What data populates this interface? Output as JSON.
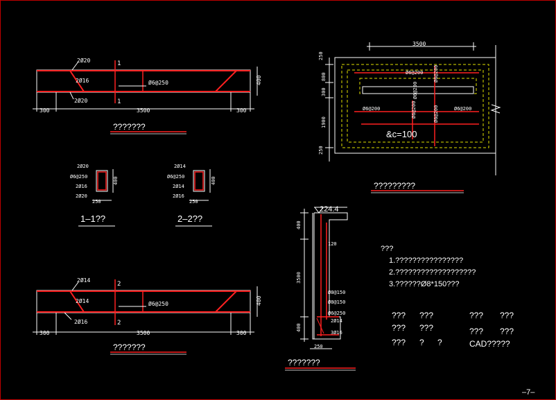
{
  "beam1": {
    "top_bar": "2Ø20",
    "mid_bar": "2Ø16",
    "bot_bar": "2Ø20",
    "stirrup": "Ø6@250",
    "dim_left": "300",
    "dim_span": "3500",
    "dim_right": "300",
    "height": "400",
    "sec_mark_top": "1",
    "sec_mark_bot": "1",
    "title": "???????"
  },
  "section1": {
    "top_bar": "2Ø20",
    "stirrup": "Ø6@250",
    "mid_bar": "2Ø16",
    "bot_bar": "2Ø20",
    "width": "250",
    "height": "400",
    "title": "1–1??"
  },
  "section2": {
    "top_bar": "2Ø14",
    "stirrup": "Ø6@250",
    "mid_bar": "2Ø14",
    "bot_bar": "2Ø16",
    "width": "250",
    "height": "400",
    "title": "2–2??"
  },
  "beam2": {
    "top_bar": "2Ø14",
    "mid_bar": "2Ø14",
    "bot_bar": "2Ø16",
    "stirrup": "Ø6@250",
    "dim_left": "300",
    "dim_span": "3500",
    "dim_right": "300",
    "height": "400",
    "sec_mark_top": "2",
    "sec_mark_bot": "2",
    "title": "???????"
  },
  "slab": {
    "dim_top": "3500",
    "dim_250_top": "250",
    "dim_800": "800",
    "dim_300": "300",
    "dim_1900": "1900",
    "dim_250_bot": "250",
    "bar_a": "Ø6@200",
    "bar_b": "Ø6@200",
    "bar_c": "Ø6@200",
    "bar_d": "Ø6@200",
    "bar_e": "Ø6@200",
    "bar_f": "Ø6@200",
    "bar_g": "Ø6@200",
    "thickness": "&c=100",
    "title": "?????????"
  },
  "wall": {
    "elevation": "224.4",
    "dim_400_top": "400",
    "dim_3500": "3500",
    "dim_400_bot": "400",
    "dim_120": "120",
    "bar_1": "Ø8@150",
    "bar_2": "Ø8@150",
    "bar_3": "Ø6@250",
    "bar_4": "2Ø14",
    "bar_5": "3Ø16",
    "width": "250",
    "title": "???????"
  },
  "notes": {
    "heading": "???",
    "line1": "1.????????????????",
    "line2": "2.???????????????????",
    "line3": "3.??????Ø8*150???"
  },
  "title_block": {
    "r1c1": "???",
    "r1c2": "???",
    "r1c3": "???",
    "r1c4": "???",
    "r2c1": "???",
    "r2c2": "???",
    "r2c3": "???",
    "r2c4": "???",
    "r3c1": "???",
    "r3c2": "?",
    "r3c3": "?",
    "r3c4": "CAD?????"
  },
  "page_number": "–7–"
}
